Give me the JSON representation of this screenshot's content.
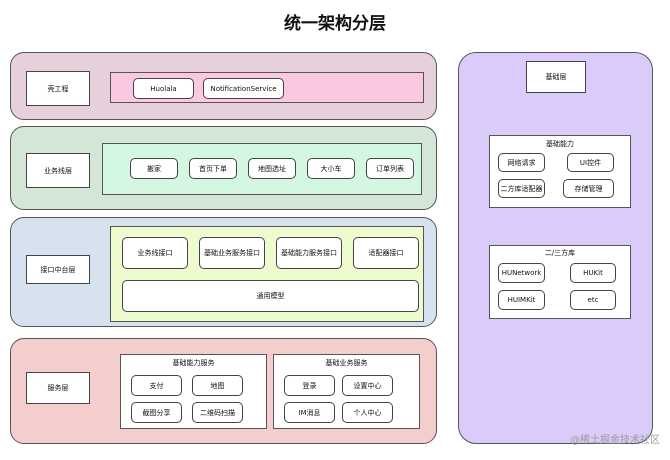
{
  "title": "统一架构分层",
  "shell": {
    "label": "壳工程",
    "items": [
      "Huolala",
      "NotificationService"
    ]
  },
  "business": {
    "label": "业务线层",
    "items": [
      "搬家",
      "首页下单",
      "地图选址",
      "大小车",
      "订单列表"
    ]
  },
  "interface": {
    "label": "接口中台层",
    "items": [
      "业务线接口",
      "基础业务服务接口",
      "基础能力服务接口",
      "适配器接口"
    ],
    "common": "通用模型"
  },
  "service": {
    "label": "服务层",
    "groups": [
      {
        "title": "基础能力服务",
        "items": [
          "支付",
          "地图",
          "截图分享",
          "二维码扫描"
        ]
      },
      {
        "title": "基础业务服务",
        "items": [
          "登录",
          "设置中心",
          "IM消息",
          "个人中心"
        ]
      }
    ]
  },
  "base": {
    "label": "基础层",
    "groups": [
      {
        "title": "基础能力",
        "items": [
          "网络请求",
          "UI控件",
          "二方库适配器",
          "存储管理"
        ]
      },
      {
        "title": "二/三方库",
        "items": [
          "HUNetwork",
          "HUKit",
          "HUIMKit",
          "etc"
        ]
      }
    ]
  },
  "colors": {
    "shell_bg": "#e6d0dc",
    "shell_inner": "#fbc8e1",
    "business_bg": "#d4e6d6",
    "business_inner": "#d3f7e1",
    "interface_bg": "#d7e2f1",
    "interface_inner": "#eefbcf",
    "service_bg": "#f4cdcd",
    "base_bg": "#dacbfa"
  },
  "watermark": "@稀土掘金技术社区"
}
